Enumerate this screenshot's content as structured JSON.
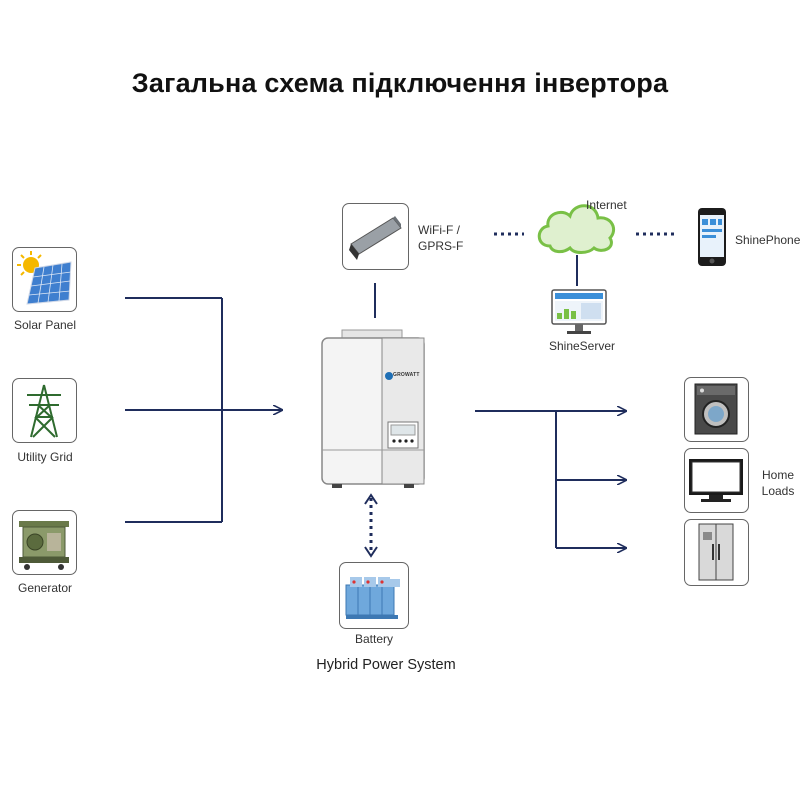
{
  "title": "Загальна схема підключення інвертора",
  "sources": {
    "solar_panel": "Solar Panel",
    "utility_grid": "Utility Grid",
    "generator": "Generator"
  },
  "inverter": {
    "brand": "GROWATT"
  },
  "comm": {
    "wifi_line1": "WiFi-F /",
    "wifi_line2": "GPRS-F",
    "internet": "Internet",
    "shinephone": "ShinePhone",
    "shineserver": "ShineServer"
  },
  "battery": "Battery",
  "system_label": "Hybrid Power System",
  "loads": {
    "line1": "Home",
    "line2": "Loads"
  },
  "colors": {
    "line": "#1f2d5c",
    "cloud": "#79c046",
    "solar": "#3f7fcf"
  }
}
